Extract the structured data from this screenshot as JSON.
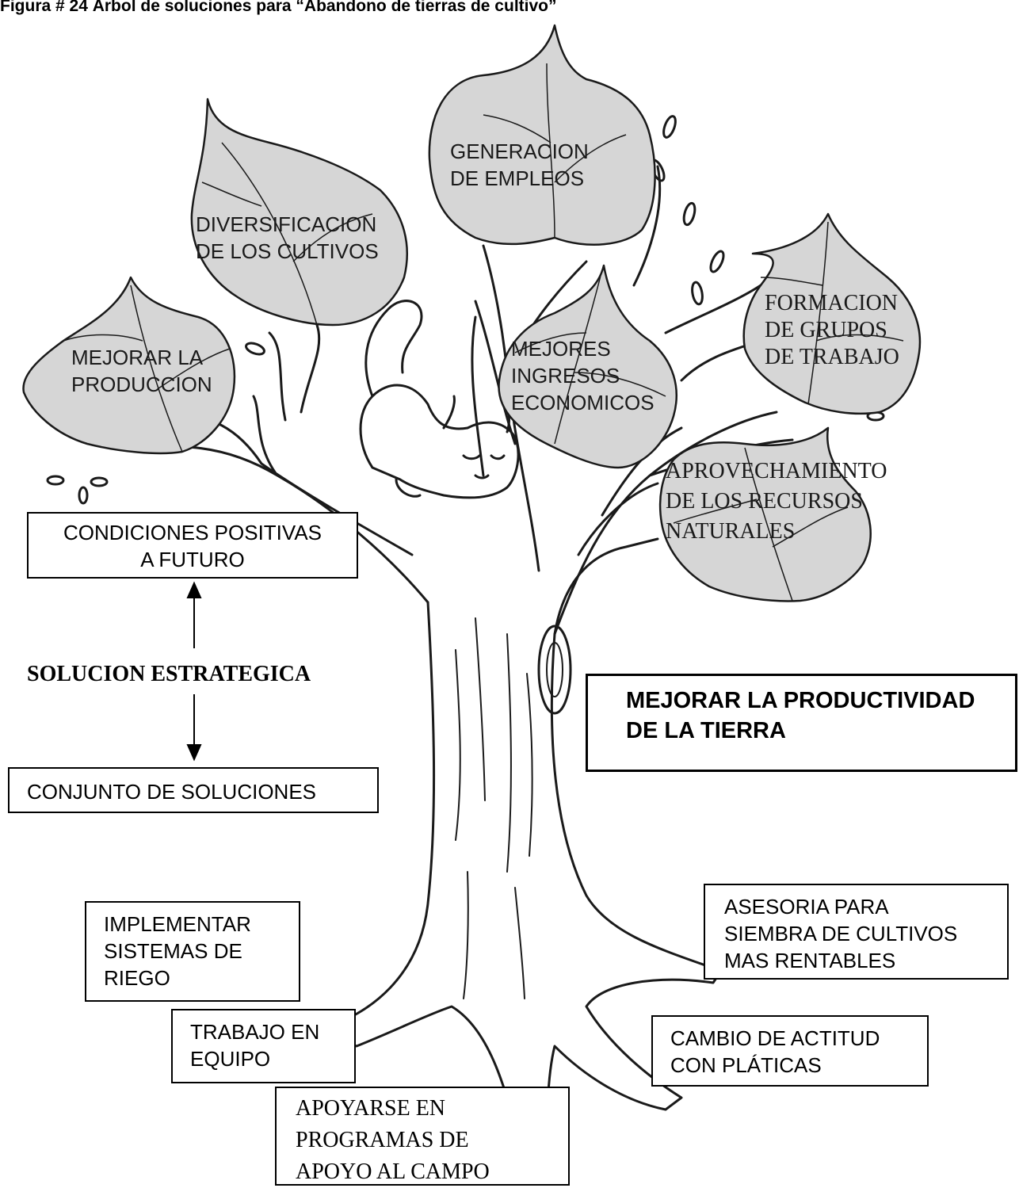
{
  "title": "Figura # 24 Árbol de soluciones para “Abandono de tierras de cultivo”",
  "leaves": [
    {
      "id": "generacion",
      "lines": [
        "GENERACION",
        "DE EMPLEOS"
      ]
    },
    {
      "id": "diversificacion",
      "lines": [
        "DIVERSIFICACION",
        "DE LOS CULTIVOS"
      ]
    },
    {
      "id": "mejorar",
      "lines": [
        "MEJORAR LA",
        "PRODUCCION"
      ]
    },
    {
      "id": "ingresos",
      "lines": [
        "MEJORES",
        "INGRESOS",
        "ECONOMICOS"
      ]
    },
    {
      "id": "formacion",
      "lines": [
        "FORMACION",
        "DE GRUPOS",
        "DE TRABAJO"
      ]
    },
    {
      "id": "aprovechamiento",
      "lines": [
        "APROVECHAMIENTO",
        "DE LOS RECURSOS",
        "NATURALES"
      ]
    }
  ],
  "legend": {
    "positive": [
      "CONDICIONES POSITIVAS",
      "A FUTURO"
    ],
    "strategy": "SOLUCION ESTRATEGICA",
    "solutions": "CONJUNTO DE SOLUCIONES"
  },
  "goal": [
    "MEJORAR LA PRODUCTIVIDAD",
    "DE LA TIERRA"
  ],
  "roots": [
    {
      "id": "riego",
      "lines": [
        "IMPLEMENTAR",
        "SISTEMAS DE",
        "RIEGO"
      ]
    },
    {
      "id": "asesoria",
      "lines": [
        "ASESORIA PARA",
        "SIEMBRA DE CULTIVOS",
        "MAS RENTABLES"
      ]
    },
    {
      "id": "equipo",
      "lines": [
        "TRABAJO EN",
        "EQUIPO"
      ]
    },
    {
      "id": "actitud",
      "lines": [
        "CAMBIO DE ACTITUD",
        "CON PLÁTICAS"
      ]
    },
    {
      "id": "programas",
      "lines": [
        "APOYARSE EN",
        "PROGRAMAS DE",
        "APOYO AL CAMPO"
      ]
    }
  ],
  "colors": {
    "leaf_fill": "#d6d6d6",
    "ink": "#1a1a1a",
    "background": "#ffffff"
  }
}
